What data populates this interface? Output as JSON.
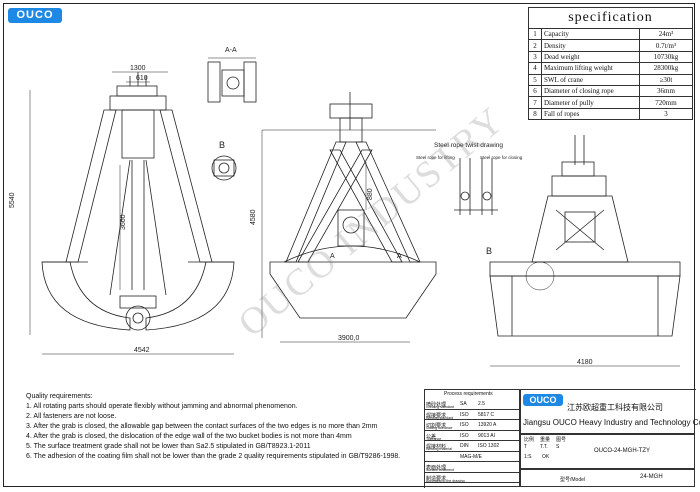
{
  "logo_text": "OUCO",
  "spec": {
    "title": "specification",
    "rows": [
      {
        "n": "1",
        "label": "Capacity",
        "value": "24m³"
      },
      {
        "n": "2",
        "label": "Density",
        "value": "0.7t/m³"
      },
      {
        "n": "3",
        "label": "Dead weight",
        "value": "10730kg"
      },
      {
        "n": "4",
        "label": "Maximum lifting weight",
        "value": "28300kg"
      },
      {
        "n": "5",
        "label": "SWL of crane",
        "value": "≥30t"
      },
      {
        "n": "6",
        "label": "Diameter of closing rope",
        "value": "36mm"
      },
      {
        "n": "7",
        "label": "Diameter of pully",
        "value": "720mm"
      },
      {
        "n": "8",
        "label": "Fall of ropes",
        "value": "3"
      }
    ]
  },
  "dimensions": {
    "d1300": "1300",
    "d610": "610",
    "d5540": "5540",
    "d3660": "3660",
    "d4542": "4542",
    "d4580": "4580",
    "d880": "880",
    "d3900": "3900,0",
    "d4180": "4180"
  },
  "labels": {
    "section_aa": "A-A",
    "b1": "B",
    "b2": "B",
    "a1": "A",
    "a2": "A",
    "rope_twist": "Steel rope twist drawing",
    "rope_lifting": "Steel rope for lifting",
    "rope_closing": "Steel rope for closing"
  },
  "watermark": "OUCO INDUSTRY",
  "requirements": {
    "title": "Quality requirements:",
    "items": [
      "1. All rotating parts should operate flexibly without jamming and abnormal phenomenon.",
      "2. All fasteners are not loose.",
      "3. After the grab is closed, the allowable gap between the contact surfaces of the two edges is no more than 2mm",
      "4. After the grab is closed, the dislocation of the edge wall of the two bucket bodies is not more than 4mm",
      "5. The surface treatment grade shall not be lower than Sa2.5 stipulated in GB/T8923.1-2011",
      "6. The adhesion of the coating film shall not be lower than the grade 2 quality requirements stipulated in GB/T9286-1998."
    ]
  },
  "title_block": {
    "company_cn": "江苏欧超重工科技有限公司",
    "company_en": "Jiangsu OUCO Heavy Industry and Technology Co., LTD.",
    "logo": "OUCO",
    "process_title": "Process requirements",
    "process_rows": [
      {
        "label": "喷砂处理",
        "sub": "Grinding standard",
        "v1": "SA",
        "v2": "2.5"
      },
      {
        "label": "焊接要求",
        "sub": "Welding standard",
        "v1": "ISO",
        "v2": "5817 C"
      },
      {
        "label": "切割要求",
        "sub": "Cutting tolerance",
        "v1": "ISO",
        "v2": "13920 A"
      },
      {
        "label": "公差",
        "sub": "Tolerance",
        "v1": "ISO",
        "v2": "9013 AI"
      },
      {
        "label": "焊接材料",
        "sub": "Welding material",
        "v1": "DIN",
        "v2": "ISO 1302"
      },
      {
        "label": "",
        "sub": "",
        "v1": "MAG-M/E",
        "v2": ""
      },
      {
        "label": "表面处理",
        "sub": "Surface treatment",
        "v1": "",
        "v2": ""
      },
      {
        "label": "制造要求",
        "sub": "According to the drawing",
        "v1": "",
        "v2": ""
      }
    ],
    "scale_header": [
      "比例",
      "重量",
      "图号"
    ],
    "sheet_header": [
      "T",
      "T.T.",
      "S"
    ],
    "scale": "1:S",
    "weight": "OK",
    "drawing_number": "OUCO-24-MGH-TZY",
    "model_label": "型号/Model",
    "model_value": "24-MGH"
  }
}
